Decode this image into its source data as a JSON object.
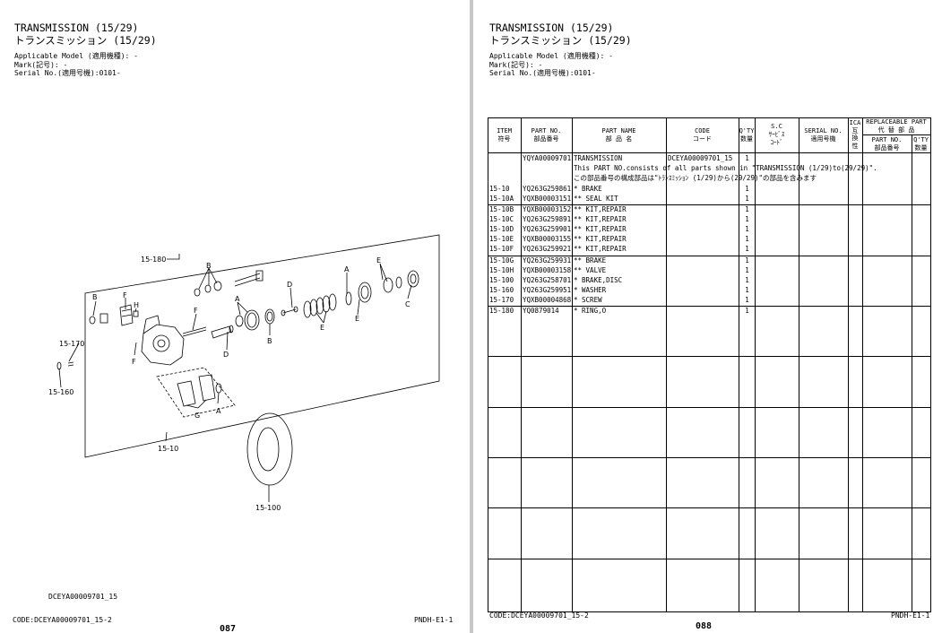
{
  "header": {
    "title": "TRANSMISSION (15/29)",
    "title_jp": "トランスミッション (15/29)",
    "applicable_model": "Applicable Model (適用機種): -",
    "mark": "Mark(記号): -",
    "serial_no": "Serial No.(適用号機):0101-"
  },
  "left_page": {
    "callouts": [
      "15-180",
      "B",
      "B",
      "F",
      "H",
      "F",
      "A",
      "D",
      "A",
      "E",
      "E",
      "C",
      "E",
      "D",
      "B",
      "15-170",
      "15-160",
      "F",
      "G",
      "A",
      "15-10",
      "15-100"
    ],
    "drawing_code": "DCEYA00009701_15",
    "footer_code": "CODE:DCEYA00009701_15-2",
    "footer_doc": "PNDH-E1-1",
    "page_number": "087"
  },
  "right_page": {
    "table_headers": {
      "item": "ITEM",
      "item_jp": "符号",
      "part_no": "PART NO.",
      "part_no_jp": "部品番号",
      "part_name": "PART NAME",
      "part_name_jp": "部 品 名",
      "code": "CODE",
      "code_jp": "コード",
      "qty": "Q'TY",
      "qty_jp": "数量",
      "sc": "S.C",
      "sc_jp1": "ｻｰﾋﾞｽ",
      "sc_jp2": "ｺｰﾄﾞ",
      "serial": "SERIAL NO.",
      "serial_jp": "適用号機",
      "ica": "ICA",
      "ica_jp1": "互",
      "ica_jp2": "換",
      "ica_jp3": "性",
      "replaceable": "REPLACEABLE PART",
      "replaceable_jp": "代 替 部 品",
      "rep_part_no": "PART NO.",
      "rep_part_no_jp": "部品番号",
      "rep_qty": "Q'TY",
      "rep_qty_jp": "数量"
    },
    "top_row": {
      "part": "YQYA00009701",
      "name": "TRANSMISSION",
      "code": "DCEYA00009701_15",
      "qty": "1"
    },
    "note_en": "This PART NO.consists of all parts shown in \"TRANSMISSION (1/29)to(29/29)\".",
    "note_jp": "この部品番号の構成部品は\"ﾄﾗﾝｽﾐｯｼｮﾝ (1/29)から(29/29)\"の部品を含みます",
    "rows": [
      {
        "item": "15-10",
        "part": "YQ263G259861",
        "name": "* BRAKE",
        "qty": "1"
      },
      {
        "item": "15-10A",
        "part": "YQXB00003151",
        "name": "** SEAL KIT",
        "qty": "1"
      },
      {
        "item": "15-10B",
        "part": "YQXB00003152",
        "name": "** KIT,REPAIR",
        "qty": "1"
      },
      {
        "item": "15-10C",
        "part": "YQ263G259891",
        "name": "** KIT,REPAIR",
        "qty": "1"
      },
      {
        "item": "15-10D",
        "part": "YQ263G259901",
        "name": "** KIT,REPAIR",
        "qty": "1"
      },
      {
        "item": "15-10E",
        "part": "YQXB00003155",
        "name": "** KIT,REPAIR",
        "qty": "1"
      },
      {
        "item": "15-10F",
        "part": "YQ263G259921",
        "name": "** KIT,REPAIR",
        "qty": "1"
      },
      {
        "item": "15-10G",
        "part": "YQ263G259931",
        "name": "** BRAKE",
        "qty": "1"
      },
      {
        "item": "15-10H",
        "part": "YQXB00003158",
        "name": "** VALVE",
        "qty": "1"
      },
      {
        "item": "15-100",
        "part": "YQ263G258701",
        "name": "* BRAKE,DISC",
        "qty": "1"
      },
      {
        "item": "15-160",
        "part": "YQ263G259951",
        "name": "* WASHER",
        "qty": "1"
      },
      {
        "item": "15-170",
        "part": "YQXB00004868",
        "name": "* SCREW",
        "qty": "1"
      },
      {
        "item": "15-180",
        "part": "YQ0879014",
        "name": "* RING,O",
        "qty": "1"
      }
    ],
    "footer_code": "CODE:DCEYA00009701_15-2",
    "footer_doc": "PNDH-E1-1",
    "page_number": "088"
  }
}
